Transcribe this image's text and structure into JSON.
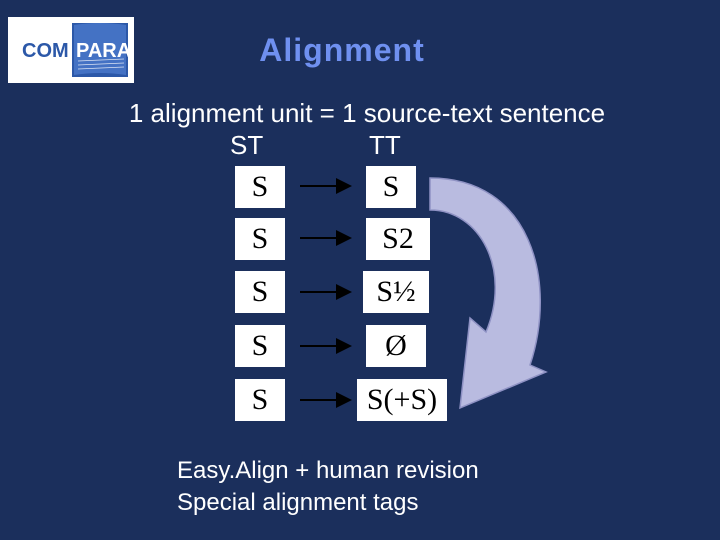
{
  "logo": {
    "text_left": "COM",
    "text_right": "PARA"
  },
  "title": "Alignment",
  "subtitle": "1 alignment unit = 1 source-text sentence",
  "columns": {
    "st": "ST",
    "tt": "TT"
  },
  "rows": [
    {
      "source": "S",
      "target": "S"
    },
    {
      "source": "S",
      "target": "S2"
    },
    {
      "source": "S",
      "target": "S½"
    },
    {
      "source": "S",
      "target": "Ø"
    },
    {
      "source": "S",
      "target": "S(+S)"
    }
  ],
  "footer": {
    "line1": "Easy.Align + human revision",
    "line2": "Special alignment tags"
  },
  "colors": {
    "background": "#1b2f5c",
    "title": "#6f90f0",
    "curve_arrow": "#b9bbe0"
  }
}
